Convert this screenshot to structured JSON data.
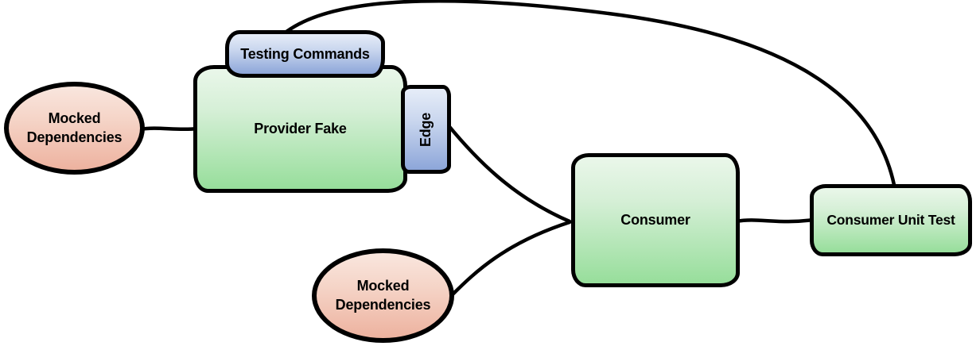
{
  "diagram": {
    "description": "Hand-drawn style software testing architecture diagram",
    "colors": {
      "background": "#ffffff",
      "line": "#000000",
      "green_node_top": "#eaf7ea",
      "green_node_bottom": "#97de9b",
      "blue_node_top": "#e6edf8",
      "blue_node_bottom": "#8da6d9",
      "pink_node_top": "#f9e6de",
      "pink_node_bottom": "#edb29f"
    },
    "nodes": [
      {
        "id": "mocked-dependencies-top",
        "label": "Mocked Dependencies",
        "shape": "ellipse",
        "color": "pink"
      },
      {
        "id": "provider-fake",
        "label": "Provider Fake",
        "shape": "rounded-rectangle",
        "color": "green"
      },
      {
        "id": "testing-commands",
        "label": "Testing Commands",
        "shape": "rounded-rectangle",
        "color": "blue"
      },
      {
        "id": "edge",
        "label": "Edge",
        "shape": "rounded-rectangle",
        "color": "blue",
        "text_orientation": "vertical"
      },
      {
        "id": "consumer",
        "label": "Consumer",
        "shape": "rounded-rectangle",
        "color": "green"
      },
      {
        "id": "consumer-unit-test",
        "label": "Consumer Unit Test",
        "shape": "rounded-rectangle",
        "color": "green"
      },
      {
        "id": "mocked-dependencies-bottom",
        "label": "Mocked Dependencies",
        "shape": "ellipse",
        "color": "pink"
      }
    ],
    "connections": [
      {
        "from": "mocked-dependencies-top",
        "to": "provider-fake"
      },
      {
        "from": "testing-commands",
        "to": "consumer-unit-test"
      },
      {
        "from": "edge",
        "to": "consumer"
      },
      {
        "from": "mocked-dependencies-bottom",
        "to": "consumer"
      },
      {
        "from": "consumer",
        "to": "consumer-unit-test"
      }
    ]
  }
}
